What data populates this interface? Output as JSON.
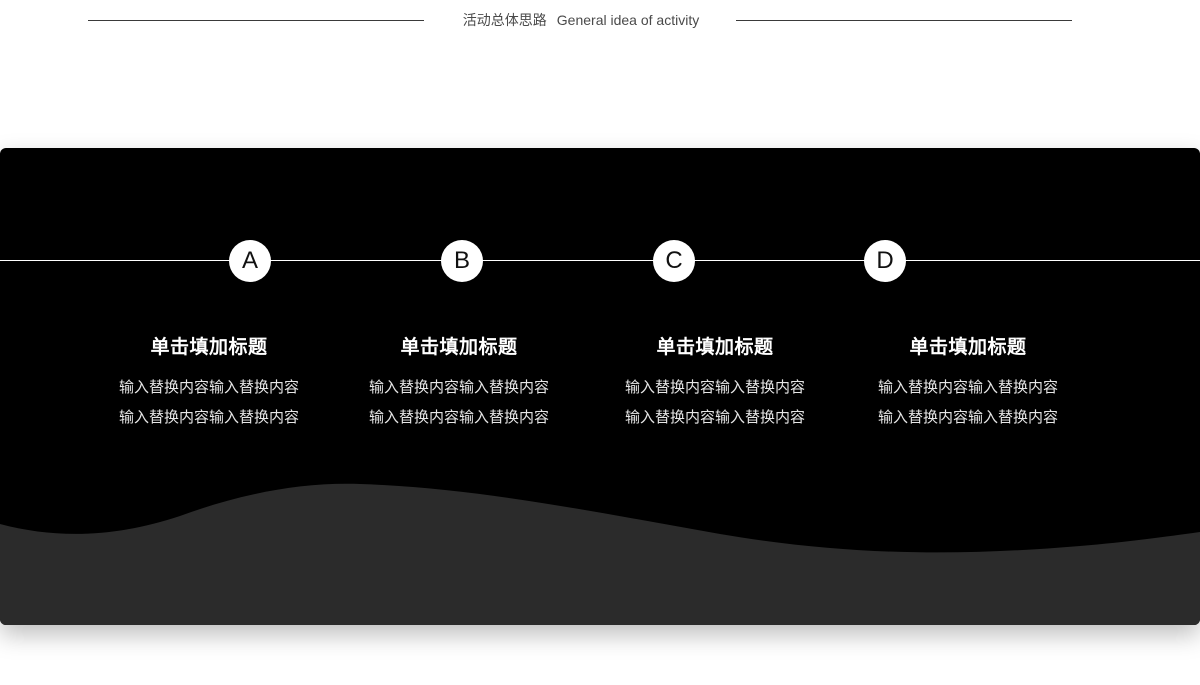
{
  "header": {
    "title_zh": "活动总体思路",
    "title_en": "General idea of activity"
  },
  "colors": {
    "panel": "#000000",
    "wave": "#2b2b2b",
    "line": "#ffffff",
    "node_fill": "#ffffff",
    "text": "#ffffff"
  },
  "items": [
    {
      "letter": "A",
      "title": "单击填加标题",
      "desc_line1": "输入替换内容输入替换内容",
      "desc_line2": "输入替换内容输入替换内容"
    },
    {
      "letter": "B",
      "title": "单击填加标题",
      "desc_line1": "输入替换内容输入替换内容",
      "desc_line2": "输入替换内容输入替换内容"
    },
    {
      "letter": "C",
      "title": "单击填加标题",
      "desc_line1": "输入替换内容输入替换内容",
      "desc_line2": "输入替换内容输入替换内容"
    },
    {
      "letter": "D",
      "title": "单击填加标题",
      "desc_line1": "输入替换内容输入替换内容",
      "desc_line2": "输入替换内容输入替换内容"
    }
  ]
}
